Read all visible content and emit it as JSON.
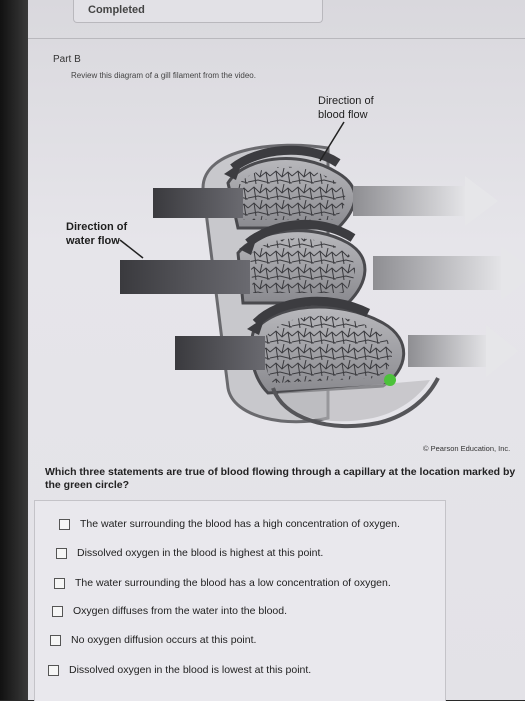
{
  "header": {
    "status_label": "Completed"
  },
  "part": {
    "label": "Part B",
    "instruction": "Review this diagram of a gill filament from the video."
  },
  "figure": {
    "blood_label_line1": "Direction of",
    "blood_label_line2": "blood flow",
    "water_label_line1": "Direction of",
    "water_label_line2": "water flow",
    "credit": "© Pearson Education, Inc.",
    "marker_color": "#4cc23a"
  },
  "question": {
    "text": "Which three statements are true of blood flowing through a capillary at the location marked by the green circle?"
  },
  "options": [
    {
      "label": "The water surrounding the blood has a high concentration of oxygen.",
      "checked": false
    },
    {
      "label": "Dissolved oxygen in the blood is highest at this point.",
      "checked": false
    },
    {
      "label": "The water surrounding the blood has a low concentration of oxygen.",
      "checked": false
    },
    {
      "label": "Oxygen diffuses from the water into the blood.",
      "checked": false
    },
    {
      "label": "No oxygen diffusion occurs at this point.",
      "checked": false
    },
    {
      "label": "Dissolved oxygen in the blood is lowest at this point.",
      "checked": false
    }
  ]
}
